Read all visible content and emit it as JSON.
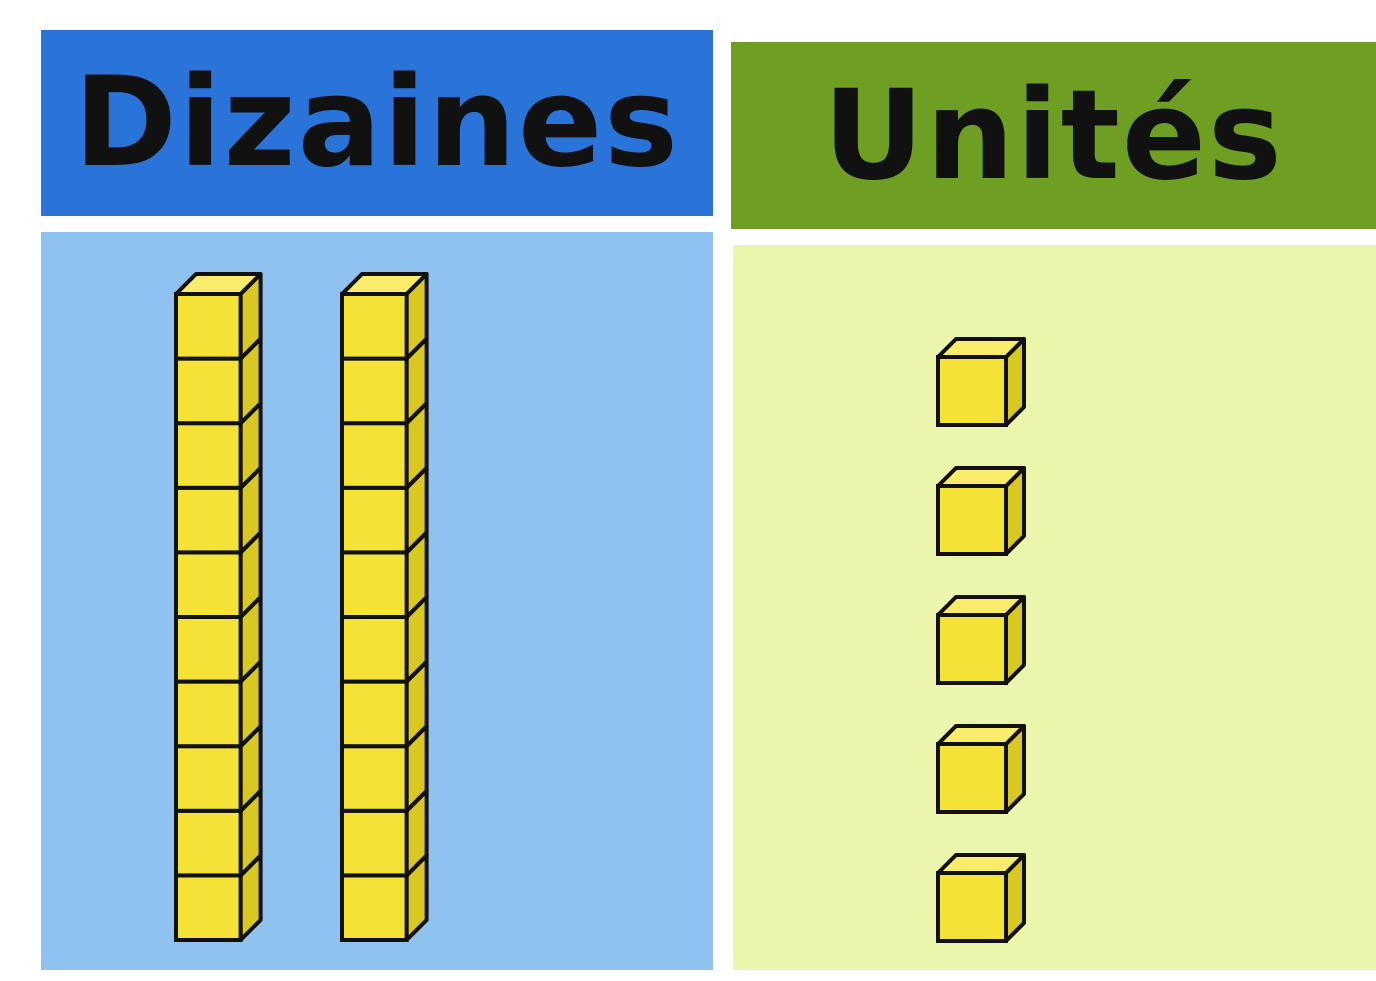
{
  "columns": {
    "tens": {
      "label": "Dizaines",
      "header_color": "#2a73d8",
      "panel_color": "#8fc2ef",
      "rods": 2,
      "cubes_per_rod": 10
    },
    "units": {
      "label": "Unités",
      "header_color": "#6e9e22",
      "panel_color": "#ebf6ac",
      "cubes": 5
    }
  },
  "cube": {
    "face_color": "#f4e336",
    "side_color": "#d9c722",
    "top_color": "#f8ec6a",
    "outline_color": "#111111"
  }
}
